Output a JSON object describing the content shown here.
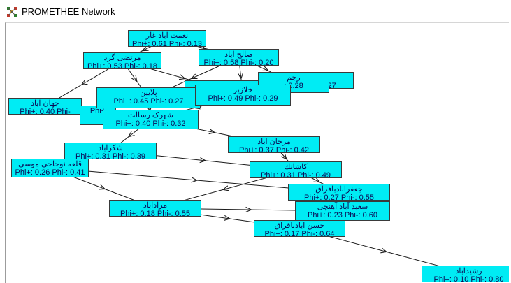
{
  "window": {
    "title": "PROMETHEE Network",
    "icon": "network-grid-icon"
  },
  "colors": {
    "node_fill": "#00ecf4",
    "node_border": "#3a3a3a",
    "edge": "#1a1a1a",
    "text": "#0a0a55"
  },
  "nodes": [
    {
      "id": "n01",
      "name": "نعمت اباد غار",
      "phi": "Phi+: 0.61 Phi-: 0.13"
    },
    {
      "id": "n02",
      "name": "مرتضی گرد",
      "phi": "Phi+: 0.53 Phi-: 0.18"
    },
    {
      "id": "n03",
      "name": "صالح آباد",
      "phi": "Phi+: 0.58 Phi-: 0.20"
    },
    {
      "id": "n04",
      "name": "ج",
      "phi": ": 0.27"
    },
    {
      "id": "n05",
      "name": "رجم",
      "phi": ": 0.28"
    },
    {
      "id": "n06",
      "name": "",
      "phi": ""
    },
    {
      "id": "n07",
      "name": "خلازیر",
      "phi": "Phi+: 0.49 Phi-: 0.29"
    },
    {
      "id": "n08",
      "name": "پلایین",
      "phi": "Phi+: 0.45 Phi-: 0.27"
    },
    {
      "id": "n09",
      "name": "جهان اباد",
      "phi": "Phi+: 0.40 Phi-"
    },
    {
      "id": "n10",
      "name": "",
      "phi": "Phi+"
    },
    {
      "id": "n11",
      "name": "شهرک رسالت",
      "phi": "Phi+: 0.40 Phi-: 0.32"
    },
    {
      "id": "n12",
      "name": "مرجان اباد",
      "phi": "Phi+: 0.37 Phi-: 0.42"
    },
    {
      "id": "n13",
      "name": "شکراباد",
      "phi": "Phi+: 0.31 Phi-: 0.39"
    },
    {
      "id": "n14",
      "name": "قلعه نوجاحی موسی",
      "phi": "Phi+: 0.26 Phi-: 0.41"
    },
    {
      "id": "n15",
      "name": "کاشانك",
      "phi": "Phi+: 0.31 Phi-: 0.49"
    },
    {
      "id": "n16",
      "name": "جعفرابادباقراق",
      "phi": "Phi+: 0.27 Phi-: 0.55"
    },
    {
      "id": "n17",
      "name": "سعید آباد آهنچی",
      "phi": "Phi+: 0.23 Phi-: 0.60"
    },
    {
      "id": "n18",
      "name": "مراداباد",
      "phi": "Phi+: 0.18 Phi-: 0.55"
    },
    {
      "id": "n19",
      "name": "حسن ابادباقراق",
      "phi": "Phi+: 0.17 Phi-: 0.64"
    },
    {
      "id": "n20",
      "name": "رشیداباد",
      "phi": "Phi+: 0.10 Phi-: 0.80"
    }
  ],
  "edges": [
    [
      "n01",
      "n03"
    ],
    [
      "n01",
      "n02"
    ],
    [
      "n02",
      "n09"
    ],
    [
      "n02",
      "n08"
    ],
    [
      "n02",
      "n07"
    ],
    [
      "n03",
      "n08"
    ],
    [
      "n03",
      "n07"
    ],
    [
      "n03",
      "n05"
    ],
    [
      "n08",
      "n11"
    ],
    [
      "n07",
      "n11"
    ],
    [
      "n09",
      "n11"
    ],
    [
      "n11",
      "n12"
    ],
    [
      "n11",
      "n13"
    ],
    [
      "n13",
      "n15"
    ],
    [
      "n14",
      "n18"
    ],
    [
      "n14",
      "n16"
    ],
    [
      "n12",
      "n15"
    ],
    [
      "n15",
      "n16"
    ],
    [
      "n15",
      "n18"
    ],
    [
      "n16",
      "n17"
    ],
    [
      "n18",
      "n17"
    ],
    [
      "n18",
      "n19"
    ],
    [
      "n19",
      "n20"
    ]
  ]
}
